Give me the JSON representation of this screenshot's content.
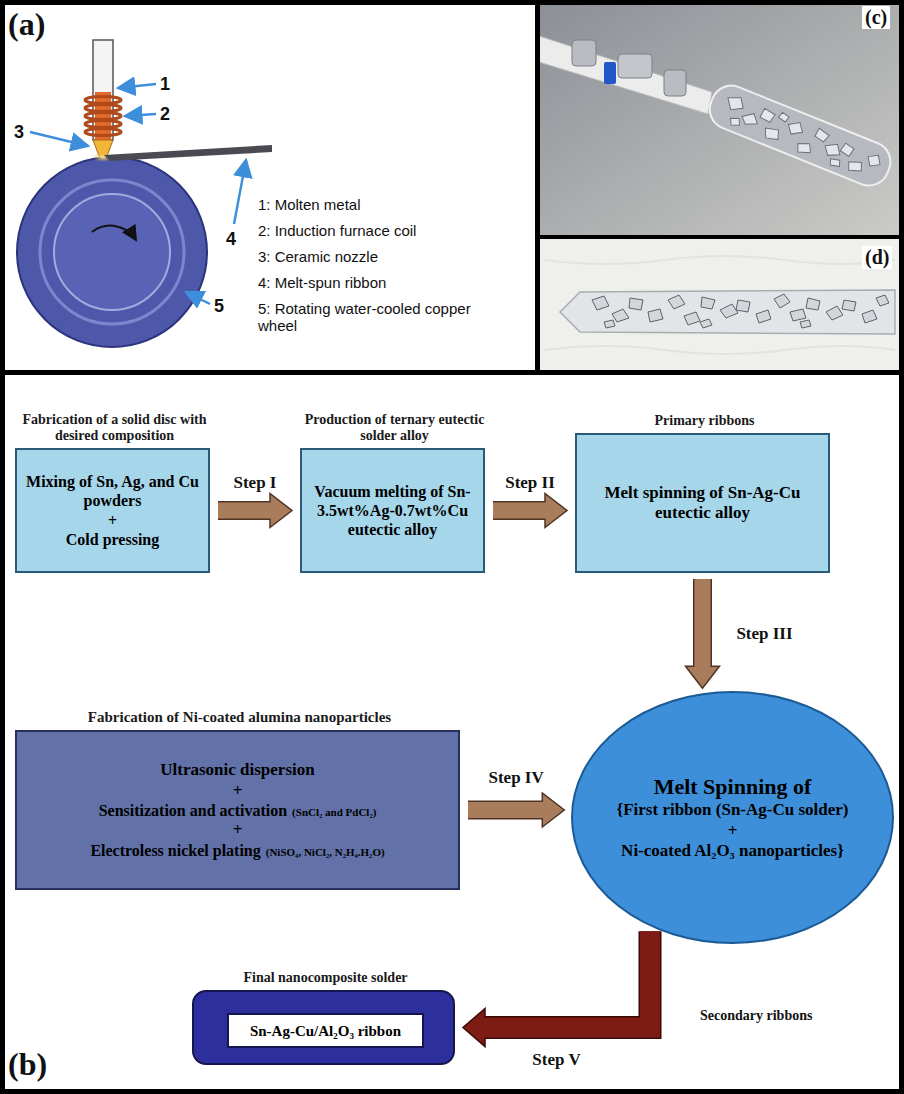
{
  "diagram": {
    "nodes": [
      {
        "text": [
          "Fabrication of a solid disc with desired composition",
          "Mixing of Sn, Ag, and Cu powders",
          "+",
          "Cold pressing"
        ]
      },
      {
        "text": [
          "Production of ternary eutectic solder alloy",
          "Vacuum melting of Sn-3.5wt%Ag-0.7wt%Cu eutectic alloy"
        ]
      },
      {
        "text": [
          "Primary ribbons",
          "Melt spinning of Sn-Ag-Cu eutectic alloy"
        ]
      },
      {
        "text": [
          "Fabrication of Ni-coated alumina nanoparticles",
          "Ultrasonic dispersion",
          "+",
          "Sensitization and activation",
          "(SnCl₂ and PdCl₂)",
          "+",
          "Electroless nickel plating",
          "(NiSO₄, NiCl₂, N₂H₄.H₂O)"
        ]
      },
      {
        "text": [
          "Melt Spinning of",
          "{First ribbon (Sn-Ag-Cu solder)",
          "+",
          "Ni-coated Al₂O₃ nanoparticles}"
        ]
      },
      {
        "text": [
          "Final nanocomposite solder"
        ]
      },
      {
        "text": [
          "Sn-Ag-Cu/Al₂O₃ ribbon"
        ],
        "in": 5
      }
    ],
    "edges": [
      {
        "from": 0,
        "to": 1,
        "label": "Step I",
        "arrow": "to"
      },
      {
        "from": 1,
        "to": 2,
        "label": "Step II",
        "arrow": "to"
      },
      {
        "from": 2,
        "to": 4,
        "label": "Step III",
        "arrow": "to"
      },
      {
        "from": 3,
        "to": 4,
        "label": "Step IV",
        "arrow": "to"
      },
      {
        "from": 4,
        "to": 5,
        "label": "Step V",
        "arrow": "to"
      }
    ],
    "labels": [
      "(a)",
      "1",
      "2",
      "3",
      "4",
      "5",
      "1: Molten metal",
      "2: Induction furnace coil",
      "3: Ceramic nozzle",
      "4: Melt-spun ribbon",
      "5: Rotating water-cooled copper wheel",
      "(c)",
      "(d)",
      "(b)",
      "Secondary ribbons"
    ]
  }
}
